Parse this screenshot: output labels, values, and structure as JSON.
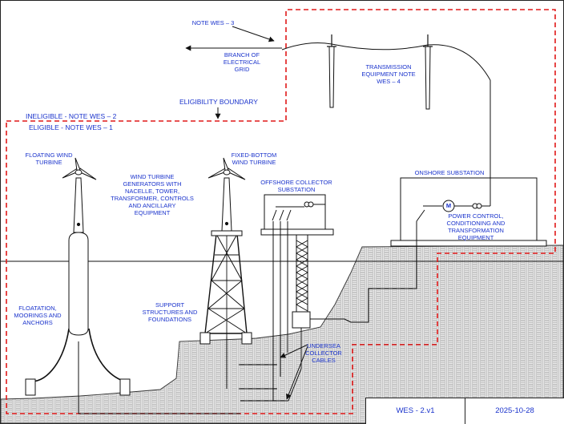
{
  "labels": {
    "note_wes_3": "NOTE WES – 3",
    "branch_grid": "BRANCH OF\nELECTRICAL\nGRID",
    "transmission": "TRANSMISSION\nEQUIPMENT NOTE\nWES – 4",
    "eligibility_boundary": "ELIGIBILITY BOUNDARY",
    "ineligible": "INELIGIBLE - NOTE WES – 2",
    "eligible": "ELIGIBLE - NOTE WES – 1",
    "floating_turbine": "FLOATING WIND\nTURBINE",
    "generators": "WIND TURBINE\nGENERATORS WITH\nNACELLE, TOWER,\nTRANSFORMER, CONTROLS\nAND ANCILLARY\nEQUIPMENT",
    "fixed_bottom": "FIXED-BOTTOM\nWIND TURBINE",
    "offshore_substation": "OFFSHORE COLLECTOR\nSUBSTATION",
    "onshore_substation": "ONSHORE SUBSTATION",
    "power_control": "POWER CONTROL,\nCONDITIONING AND\nTRANSFORMATION\nEQUIPMENT",
    "motor_symbol": "M",
    "floatation": "FLOATATION,\nMOORINGS AND\nANCHORS",
    "support_structures": "SUPPORT\nSTRUCTURES AND\nFOUNDATIONS",
    "undersea_cables": "UNDERSEA\nCOLLECTOR\nCABLES"
  },
  "title_block": {
    "drawing_id": "WES - 2.v1",
    "date": "2025-10-28"
  },
  "colors": {
    "annotation": "#1a33cc",
    "boundary": "#e01818",
    "line": "#111111"
  }
}
